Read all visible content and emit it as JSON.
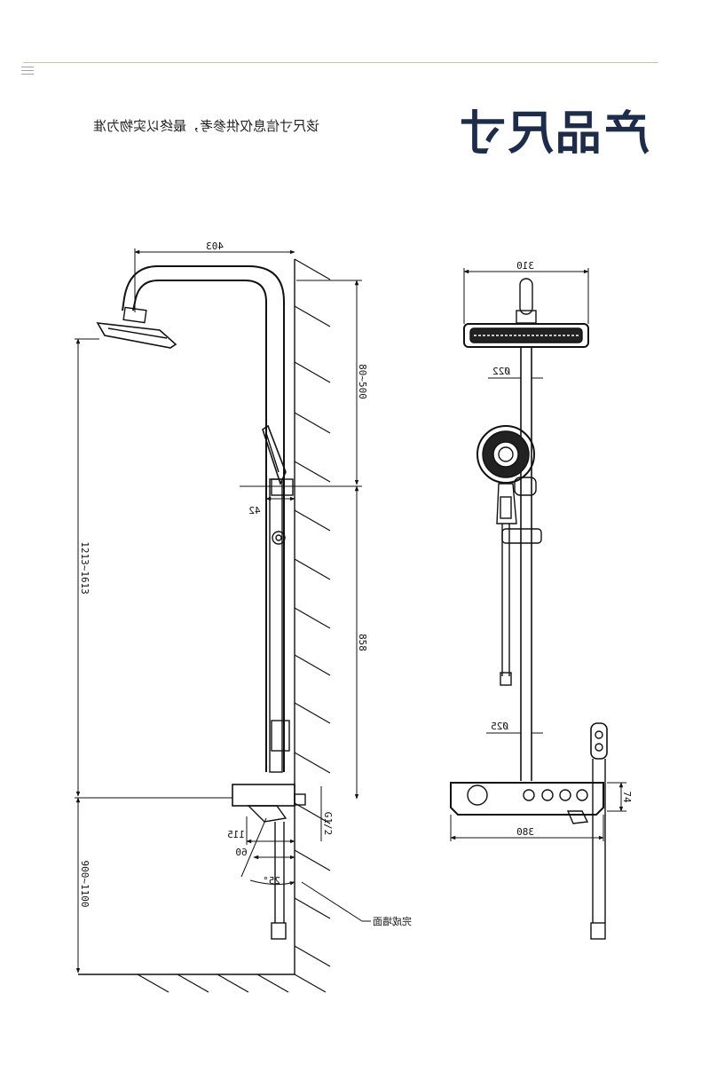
{
  "header": {
    "title": "产品尺寸",
    "subtitle": "该尺寸信息仅供参考，最终以实物为准"
  },
  "side_view": {
    "dimensions": {
      "head_reach": "403",
      "top_height": "80~500",
      "slide_bar": "858",
      "total_height": "1213~1613",
      "spout_reach": "115",
      "spout_offset": "60",
      "bracket_depth": "42",
      "thread": "G1/2",
      "spout_angle": "25°",
      "ground_height": "900~1100"
    },
    "callout": "完成墙面"
  },
  "front_view": {
    "dimensions": {
      "head_width": "310",
      "upper_pipe_dia": "Ø22",
      "lower_pipe_dia": "Ø25",
      "shelf_width": "380",
      "shelf_height": "74"
    }
  }
}
